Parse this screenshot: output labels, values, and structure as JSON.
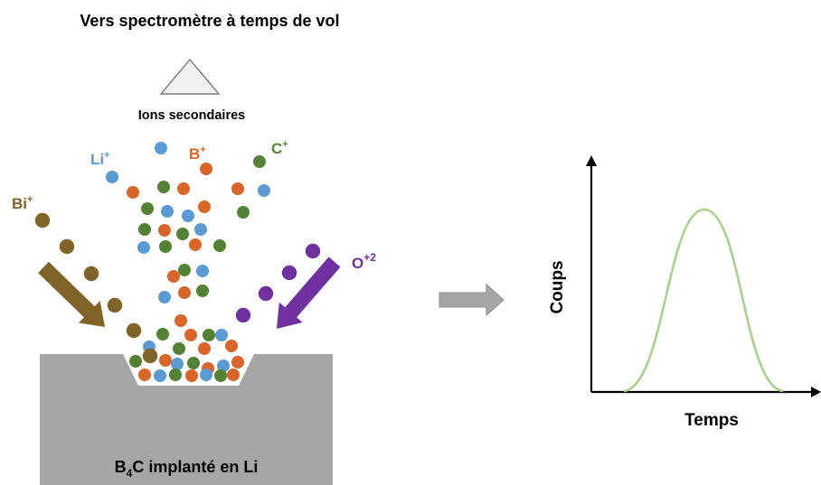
{
  "title": "Vers spectromètre à temps de vol",
  "secondary_ions_label": "Ions secondaires",
  "ions": {
    "li": {
      "base": "Li",
      "charge": "+",
      "color": "#5b9bd5"
    },
    "b": {
      "base": "B",
      "charge": "+",
      "color": "#d96528"
    },
    "c": {
      "base": "C",
      "charge": "+",
      "color": "#548235"
    },
    "bi": {
      "base": "Bi",
      "charge": "+",
      "color": "#7f6327"
    },
    "o": {
      "base": "O",
      "charge": "+2",
      "color": "#7030a0"
    }
  },
  "sample": {
    "base": "B",
    "subscript": "4",
    "rest": "C implanté en Li",
    "color": "#a6a6a6"
  },
  "graph": {
    "ylabel": "Coups",
    "xlabel": "Temps",
    "curve_color": "#a9d18e"
  },
  "colors": {
    "prism_fill": "#f2f2f2",
    "prism_stroke": "#7f7f7f",
    "arrow_gray": "#a6a6a6",
    "axis": "#000000"
  }
}
